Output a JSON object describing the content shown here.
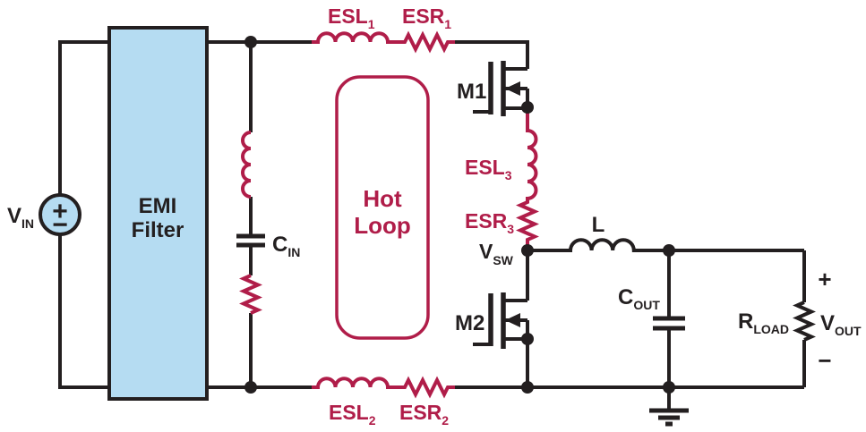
{
  "colors": {
    "wire": "#231f20",
    "parasitic": "#b01d49",
    "panel": "#b5dcf2",
    "bg": "#ffffff"
  },
  "source": {
    "name": {
      "main": "V",
      "sub": "IN"
    },
    "plus": "+",
    "minus": "−"
  },
  "emi_filter": {
    "line1": "EMI",
    "line2": "Filter"
  },
  "hot_loop": {
    "line1": "Hot",
    "line2": "Loop"
  },
  "labels": {
    "esl1": {
      "main": "ESL",
      "sub": "1"
    },
    "esr1": {
      "main": "ESR",
      "sub": "1"
    },
    "esl2": {
      "main": "ESL",
      "sub": "2"
    },
    "esr2": {
      "main": "ESR",
      "sub": "2"
    },
    "esl3": {
      "main": "ESL",
      "sub": "3"
    },
    "esr3": {
      "main": "ESR",
      "sub": "3"
    },
    "cin": {
      "main": "C",
      "sub": "IN"
    },
    "cout": {
      "main": "C",
      "sub": "OUT"
    },
    "vsw": {
      "main": "V",
      "sub": "SW"
    },
    "rload": {
      "main": "R",
      "sub": "LOAD"
    },
    "vout": {
      "main": "V",
      "sub": "OUT"
    },
    "vout_plus": "+",
    "vout_minus": "−",
    "m1": "M1",
    "m2": "M2",
    "l": "L"
  }
}
